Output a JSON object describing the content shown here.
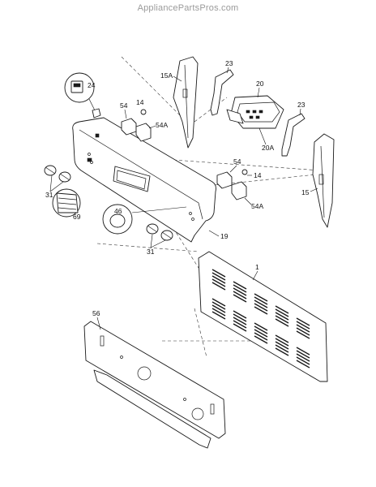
{
  "watermark": "AppliancePartsPros.com",
  "callouts": {
    "p1": "1",
    "p14a": "14",
    "p14b": "14",
    "p15": "15",
    "p15a": "15A",
    "p19": "19",
    "p20": "20",
    "p20a": "20A",
    "p23a": "23",
    "p23b": "23",
    "p24": "24",
    "p31a": "31",
    "p31b": "31",
    "p46": "46",
    "p54a": "54",
    "p54b": "54",
    "p54Aa": "54A",
    "p54Ab": "54A",
    "p56": "56",
    "p69": "69"
  }
}
